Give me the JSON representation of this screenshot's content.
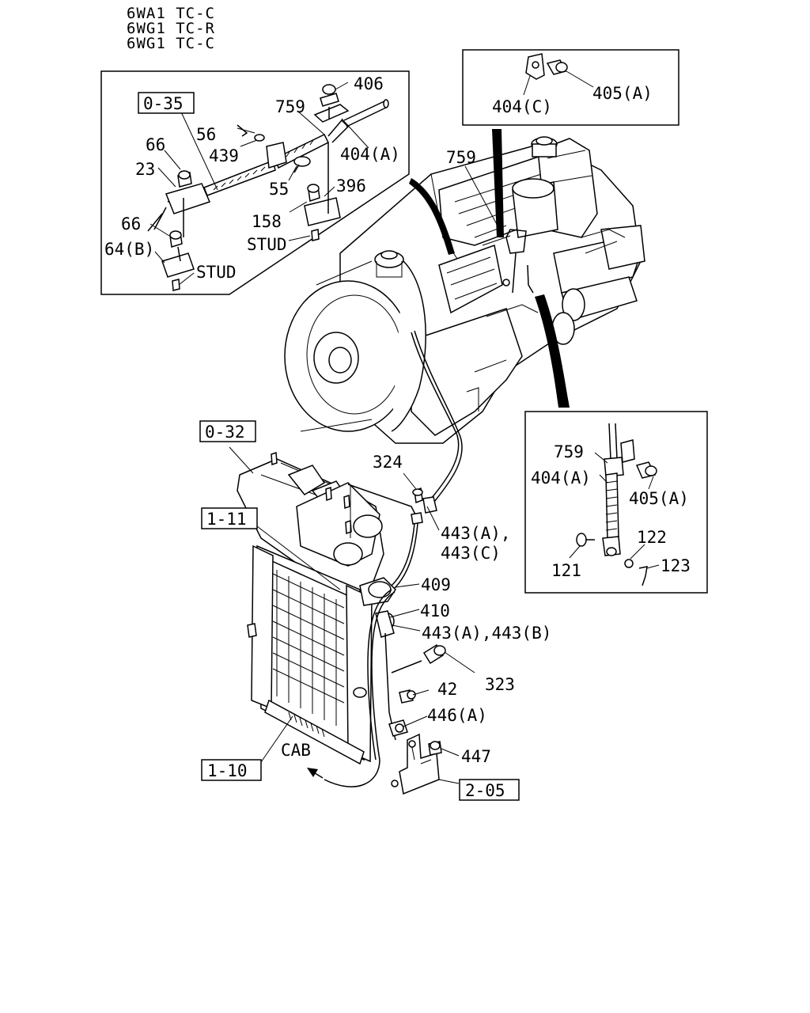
{
  "header": {
    "model_lines": [
      "6WA1 TC-C",
      "6WG1 TC-R",
      "6WG1 TC-C"
    ]
  },
  "refs": {
    "r035": "0-35",
    "r032": "0-32",
    "r111": "1-11",
    "r110": "1-10",
    "r205": "2-05"
  },
  "labels": {
    "p406": "406",
    "p759a": "759",
    "p56": "56",
    "p439": "439",
    "p404a_1": "404(A)",
    "p66a": "66",
    "p23": "23",
    "p55": "55",
    "p396": "396",
    "p158": "158",
    "p66b": "66",
    "p64b": "64(B)",
    "stud1": "STUD",
    "stud2": "STUD",
    "p404c": "404(C)",
    "p405a_1": "405(A)",
    "p759b": "759",
    "p759c": "759",
    "p404a_2": "404(A)",
    "p405a_2": "405(A)",
    "p122": "122",
    "p121": "121",
    "p123": "123",
    "p324": "324",
    "p443ac_1": "443(A),",
    "p443ac_2": "443(C)",
    "p409": "409",
    "p410": "410",
    "p443ab": "443(A),443(B)",
    "p323": "323",
    "p42": "42",
    "p446a": "446(A)",
    "p447": "447",
    "cab": "CAB"
  }
}
